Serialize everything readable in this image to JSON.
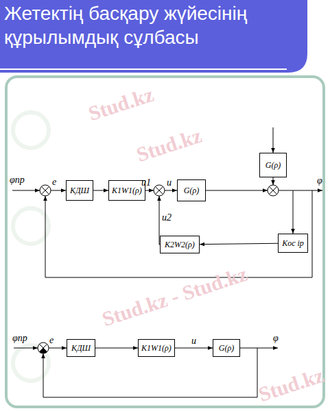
{
  "diagram": {
    "title": "Жетектің басқару жүйесінің құрылымдық сұлбасы",
    "nodes": [
      {
        "text": [
          "G(ρ)"
        ]
      },
      {
        "text": [
          "KДШ"
        ]
      },
      {
        "text": [
          "K1W1(ρ)"
        ]
      },
      {
        "text": [
          "G(ρ)"
        ]
      },
      {
        "text": [
          "Kос ip"
        ]
      },
      {
        "text": [
          "K2W2(ρ)"
        ]
      },
      {
        "text": [
          "KДШ"
        ]
      },
      {
        "text": [
          "K1W1(ρ)"
        ]
      },
      {
        "text": [
          "G(ρ)"
        ]
      }
    ],
    "edges": [
      {
        "from": 1,
        "to": 2,
        "arrow": "to"
      },
      {
        "from": 4,
        "to": 5,
        "arrow": "to"
      },
      {
        "from": 6,
        "to": 7,
        "arrow": "to"
      },
      {
        "from": 7,
        "to": 8,
        "label": "u",
        "arrow": "to"
      }
    ],
    "labels": [
      "φпр",
      "e",
      "u1",
      "u",
      "u2",
      "φ",
      "φпр",
      "e",
      "φ",
      "Stud.kz",
      "Stud.kz",
      "Stud.kz - Stud.kz",
      "Stud.kz"
    ]
  }
}
